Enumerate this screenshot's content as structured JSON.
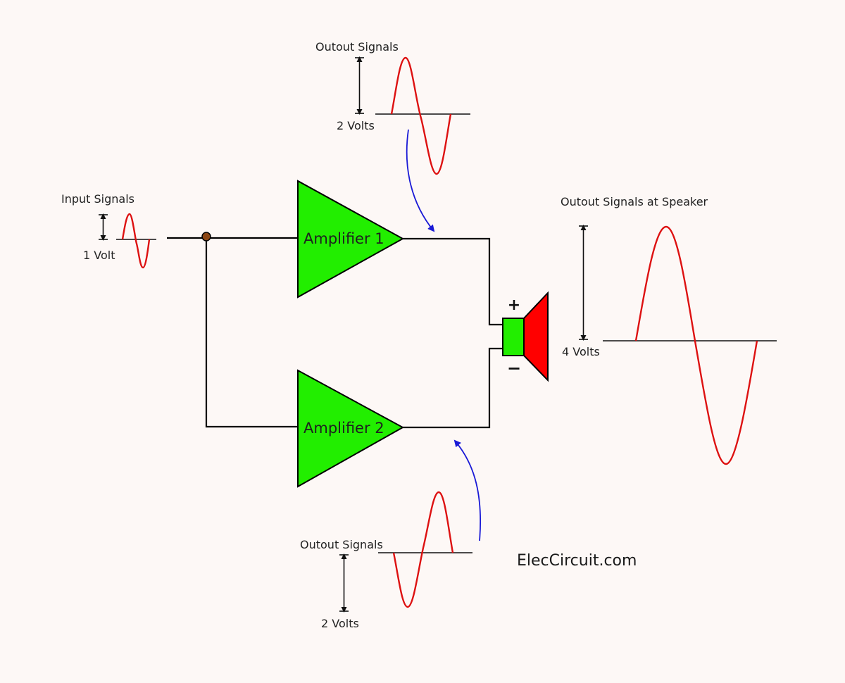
{
  "labels": {
    "input_signals": "Input Signals",
    "input_volt": "1 Volt",
    "top_output_signals": "Outout Signals",
    "top_output_volt": "2 Volts",
    "bottom_output_signals": "Outout Signals",
    "bottom_output_volt": "2 Volts",
    "speaker_output_signals": "Outout Signals at Speaker",
    "speaker_output_volt": "4 Volts",
    "amplifier_1": "Amplifier 1",
    "amplifier_2": "Amplifier 2",
    "plus": "+",
    "minus": "−",
    "brand": "ElecCircuit.com"
  },
  "colors": {
    "background": "#fdf8f6",
    "wire": "#000000",
    "amplifier_fill": "#22ee00",
    "signal_wave": "#dd1111",
    "arrow": "#1a1ad6",
    "speaker_magnet": "#22ee00",
    "speaker_cone": "#ff0000",
    "junction_dot": "#8b4513"
  }
}
